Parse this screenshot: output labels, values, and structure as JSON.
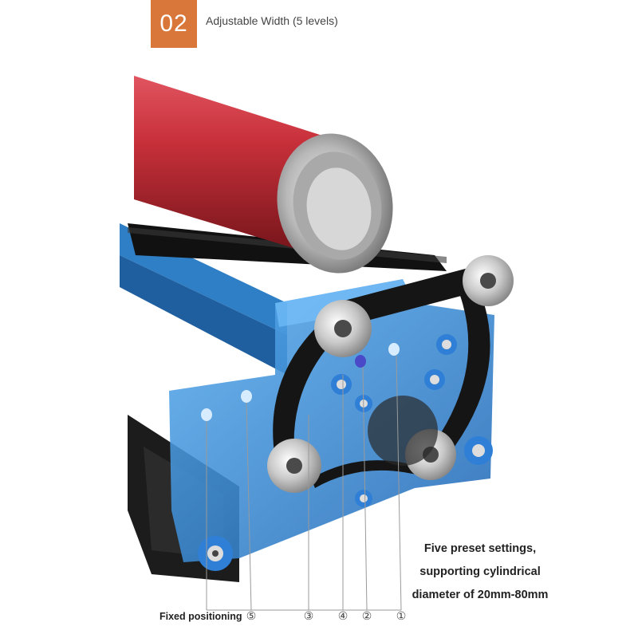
{
  "header": {
    "step_number": "02",
    "title": "Adjustable Width (5 levels)"
  },
  "caption": {
    "line1": "Five preset settings,",
    "line2": "supporting cylindrical",
    "line3": "diameter of 20mm-80mm"
  },
  "positions": {
    "fixed_label": "Fixed positioning",
    "markers": [
      "⑤",
      "③",
      "④",
      "②",
      "①"
    ]
  },
  "colors": {
    "badge": "#d9773a",
    "acrylic": "#3a8fd8",
    "can": "#c8303a"
  }
}
